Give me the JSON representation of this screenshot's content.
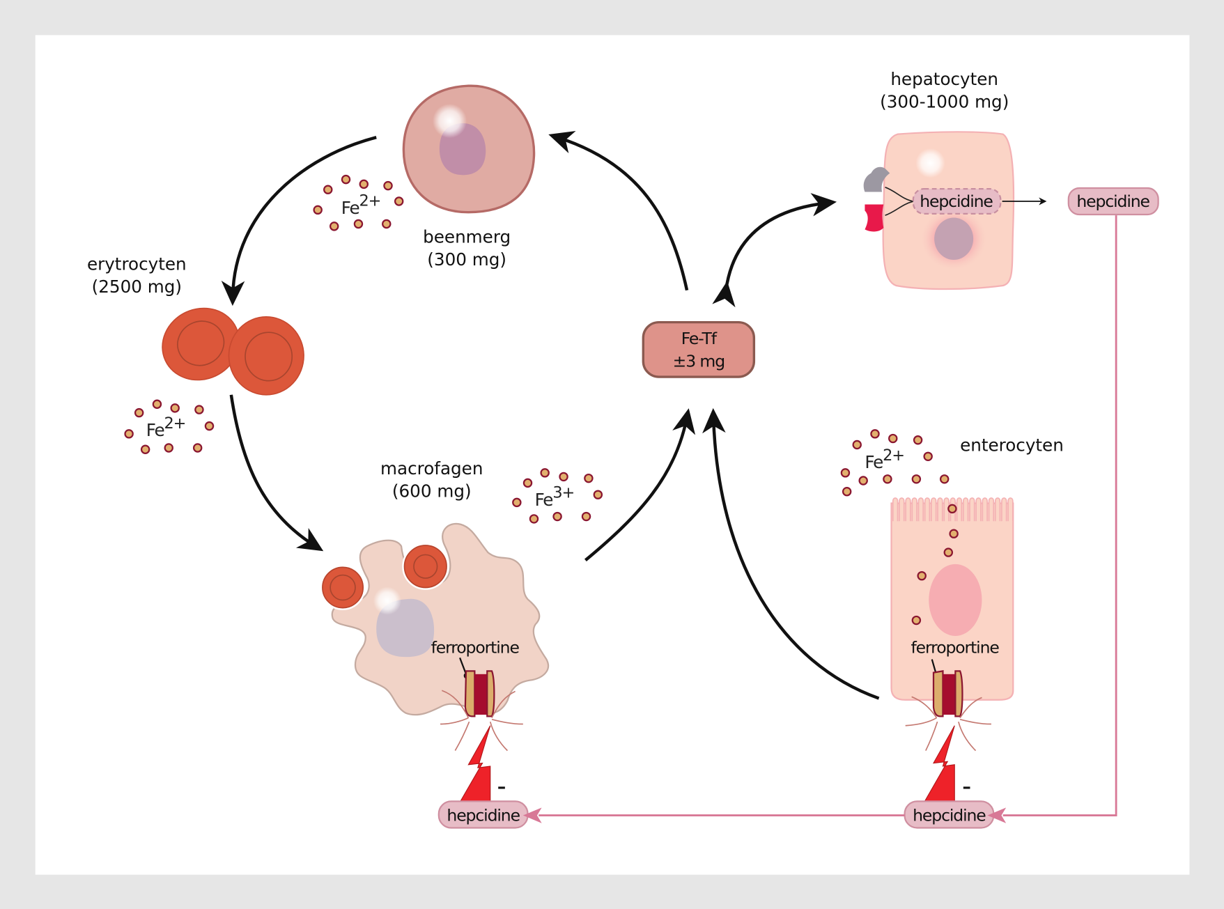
{
  "diagram": {
    "type": "iron-metabolism-cycle",
    "language": "nl",
    "nodes": {
      "beenmerg": {
        "name": "beenmerg",
        "amount": "(300 mg)"
      },
      "erytrocyten": {
        "name": "erytrocyten",
        "amount": "(2500 mg)"
      },
      "macrofagen": {
        "name": "macrofagen",
        "amount": "(600 mg)"
      },
      "hepatocyten": {
        "name": "hepatocyten",
        "amount": "(300-1000 mg)"
      },
      "enterocyten": {
        "name": "enterocyten"
      },
      "fe_tf": {
        "line1": "Fe-Tf",
        "line2": "±3 mg"
      }
    },
    "ions": {
      "fe2_beenmerg": {
        "base": "Fe",
        "charge": "2+"
      },
      "fe2_erytrocyten": {
        "base": "Fe",
        "charge": "2+"
      },
      "fe3_macrofagen": {
        "base": "Fe",
        "charge": "3+"
      },
      "fe2_enterocyten": {
        "base": "Fe",
        "charge": "2+"
      }
    },
    "labels": {
      "ferroportine_macro": "ferroportine",
      "ferroportine_entero": "ferroportine",
      "hepcidine_hepatocyte_inner": "hepcidine",
      "hepcidine_released": "hepcidine",
      "hepcidine_macro": "hepcidine",
      "hepcidine_entero": "hepcidine",
      "inhibit_macro": "–",
      "inhibit_entero": "–"
    },
    "colors": {
      "background": "#e6e6e6",
      "panel": "#ffffff",
      "erythrocyte": "#dc573a",
      "iron_dot": "#e2b06e",
      "iron_dot_stroke": "#8a1630",
      "hepcidine_pill": "#e7bcc6",
      "hepcidine_line": "#d87896",
      "fe_tf_box": "#de938a",
      "lightning": "#ee2229",
      "ferroportin_core": "#a50d2e",
      "ferroportin_side": "#dcae6c"
    }
  }
}
